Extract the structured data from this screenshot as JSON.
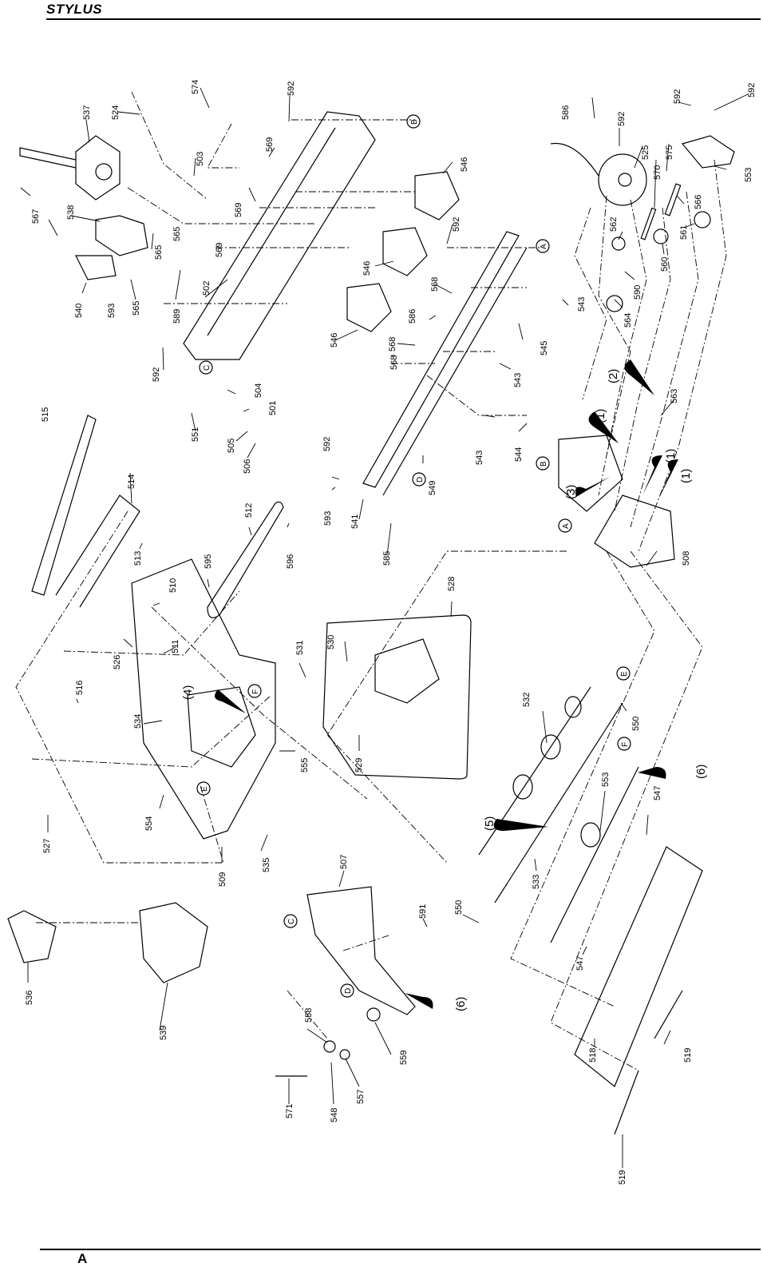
{
  "header": {
    "title": "STYLUS"
  },
  "footer": {
    "page_label": "A"
  },
  "diagram": {
    "type": "exploded-parts-view",
    "part_callouts": [
      {
        "id": "c537",
        "label": "537"
      },
      {
        "id": "c524",
        "label": "524"
      },
      {
        "id": "c574",
        "label": "574"
      },
      {
        "id": "c592a",
        "label": "592"
      },
      {
        "id": "c569a",
        "label": "569"
      },
      {
        "id": "c503",
        "label": "503"
      },
      {
        "id": "c569b",
        "label": "569"
      },
      {
        "id": "c569c",
        "label": "569"
      },
      {
        "id": "c567",
        "label": "567"
      },
      {
        "id": "c538",
        "label": "538"
      },
      {
        "id": "c565a",
        "label": "565"
      },
      {
        "id": "c565b",
        "label": "565"
      },
      {
        "id": "c565c",
        "label": "565"
      },
      {
        "id": "c540",
        "label": "540"
      },
      {
        "id": "c593a",
        "label": "593"
      },
      {
        "id": "c589",
        "label": "589"
      },
      {
        "id": "c502",
        "label": "502"
      },
      {
        "id": "c592b",
        "label": "592"
      },
      {
        "id": "c546a",
        "label": "546"
      },
      {
        "id": "c546b",
        "label": "546"
      },
      {
        "id": "c546c",
        "label": "546"
      },
      {
        "id": "c592c",
        "label": "592"
      },
      {
        "id": "c568a",
        "label": "568"
      },
      {
        "id": "c586a",
        "label": "586"
      },
      {
        "id": "c568b",
        "label": "568"
      },
      {
        "id": "c586b",
        "label": "586"
      },
      {
        "id": "c592d",
        "label": "592"
      },
      {
        "id": "c525",
        "label": "525"
      },
      {
        "id": "c575",
        "label": "575"
      },
      {
        "id": "c570",
        "label": "570"
      },
      {
        "id": "c592e",
        "label": "592"
      },
      {
        "id": "c592f",
        "label": "592"
      },
      {
        "id": "c553a",
        "label": "553"
      },
      {
        "id": "c566",
        "label": "566"
      },
      {
        "id": "c562",
        "label": "562"
      },
      {
        "id": "c561",
        "label": "561"
      },
      {
        "id": "c560",
        "label": "560"
      },
      {
        "id": "c590",
        "label": "590"
      },
      {
        "id": "c564",
        "label": "564"
      },
      {
        "id": "c543a",
        "label": "543"
      },
      {
        "id": "c545",
        "label": "545"
      },
      {
        "id": "c543b",
        "label": "543"
      },
      {
        "id": "c563",
        "label": "563"
      },
      {
        "id": "c515",
        "label": "515"
      },
      {
        "id": "c514",
        "label": "514"
      },
      {
        "id": "c513",
        "label": "513"
      },
      {
        "id": "c551",
        "label": "551"
      },
      {
        "id": "c504",
        "label": "504"
      },
      {
        "id": "c501",
        "label": "501"
      },
      {
        "id": "c505",
        "label": "505"
      },
      {
        "id": "c506",
        "label": "506"
      },
      {
        "id": "c568c",
        "label": "568"
      },
      {
        "id": "c543c",
        "label": "543"
      },
      {
        "id": "c544",
        "label": "544"
      },
      {
        "id": "c592g",
        "label": "592"
      },
      {
        "id": "c593b",
        "label": "593"
      },
      {
        "id": "c541",
        "label": "541"
      },
      {
        "id": "c549",
        "label": "549"
      },
      {
        "id": "c585",
        "label": "585"
      },
      {
        "id": "c512",
        "label": "512"
      },
      {
        "id": "c595",
        "label": "595"
      },
      {
        "id": "c596",
        "label": "596"
      },
      {
        "id": "c508",
        "label": "508"
      },
      {
        "id": "c510",
        "label": "510"
      },
      {
        "id": "c526",
        "label": "526"
      },
      {
        "id": "c511",
        "label": "511"
      },
      {
        "id": "c516",
        "label": "516"
      },
      {
        "id": "c534",
        "label": "534"
      },
      {
        "id": "c531",
        "label": "531"
      },
      {
        "id": "c530",
        "label": "530"
      },
      {
        "id": "c528",
        "label": "528"
      },
      {
        "id": "c529",
        "label": "529"
      },
      {
        "id": "c555",
        "label": "555"
      },
      {
        "id": "c554",
        "label": "554"
      },
      {
        "id": "c527",
        "label": "527"
      },
      {
        "id": "c509",
        "label": "509"
      },
      {
        "id": "c535",
        "label": "535"
      },
      {
        "id": "c532",
        "label": "532"
      },
      {
        "id": "c550a",
        "label": "550"
      },
      {
        "id": "c553b",
        "label": "553"
      },
      {
        "id": "c547a",
        "label": "547"
      },
      {
        "id": "c533",
        "label": "533"
      },
      {
        "id": "c507",
        "label": "507"
      },
      {
        "id": "c591",
        "label": "591"
      },
      {
        "id": "c550b",
        "label": "550"
      },
      {
        "id": "c536",
        "label": "536"
      },
      {
        "id": "c539",
        "label": "539"
      },
      {
        "id": "c547b",
        "label": "547"
      },
      {
        "id": "c558",
        "label": "558"
      },
      {
        "id": "c559",
        "label": "559"
      },
      {
        "id": "c518",
        "label": "518"
      },
      {
        "id": "c519a",
        "label": "519"
      },
      {
        "id": "c571",
        "label": "571"
      },
      {
        "id": "c548",
        "label": "548"
      },
      {
        "id": "c557",
        "label": "557"
      },
      {
        "id": "c519b",
        "label": "519"
      }
    ],
    "reference_markers": [
      {
        "id": "refB1",
        "label": "B"
      },
      {
        "id": "refA1",
        "label": "A"
      },
      {
        "id": "refC1",
        "label": "C"
      },
      {
        "id": "refD1",
        "label": "D"
      },
      {
        "id": "refB2",
        "label": "B"
      },
      {
        "id": "refA2",
        "label": "A"
      },
      {
        "id": "refF1",
        "label": "F"
      },
      {
        "id": "refE1",
        "label": "E"
      },
      {
        "id": "refE2",
        "label": "E"
      },
      {
        "id": "refF2",
        "label": "F"
      },
      {
        "id": "refC2",
        "label": "C"
      },
      {
        "id": "refD2",
        "label": "D"
      }
    ],
    "lubrication_points": [
      {
        "id": "lp1",
        "label": "(1)"
      },
      {
        "id": "lp2",
        "label": "(1)"
      },
      {
        "id": "lp3",
        "label": "(1)"
      },
      {
        "id": "lp4",
        "label": "(2)"
      },
      {
        "id": "lp5",
        "label": "(3)"
      },
      {
        "id": "lp6",
        "label": "(4)"
      },
      {
        "id": "lp7",
        "label": "(5)"
      },
      {
        "id": "lp8",
        "label": "(6)"
      },
      {
        "id": "lp9",
        "label": "(6)"
      }
    ]
  }
}
